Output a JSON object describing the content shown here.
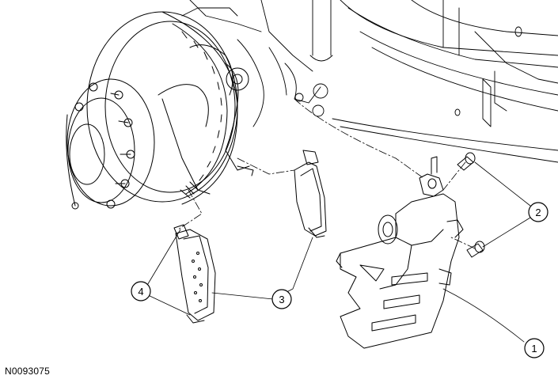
{
  "figure": {
    "reference_id": "N0093075"
  },
  "callouts": [
    {
      "number": "1",
      "part": "caliper"
    },
    {
      "number": "2",
      "part": "caliper-bolt"
    },
    {
      "number": "3",
      "part": "outer-brake-pad"
    },
    {
      "number": "4",
      "part": "inner-brake-pad"
    }
  ],
  "colors": {
    "line": "#000000",
    "background": "#ffffff"
  }
}
